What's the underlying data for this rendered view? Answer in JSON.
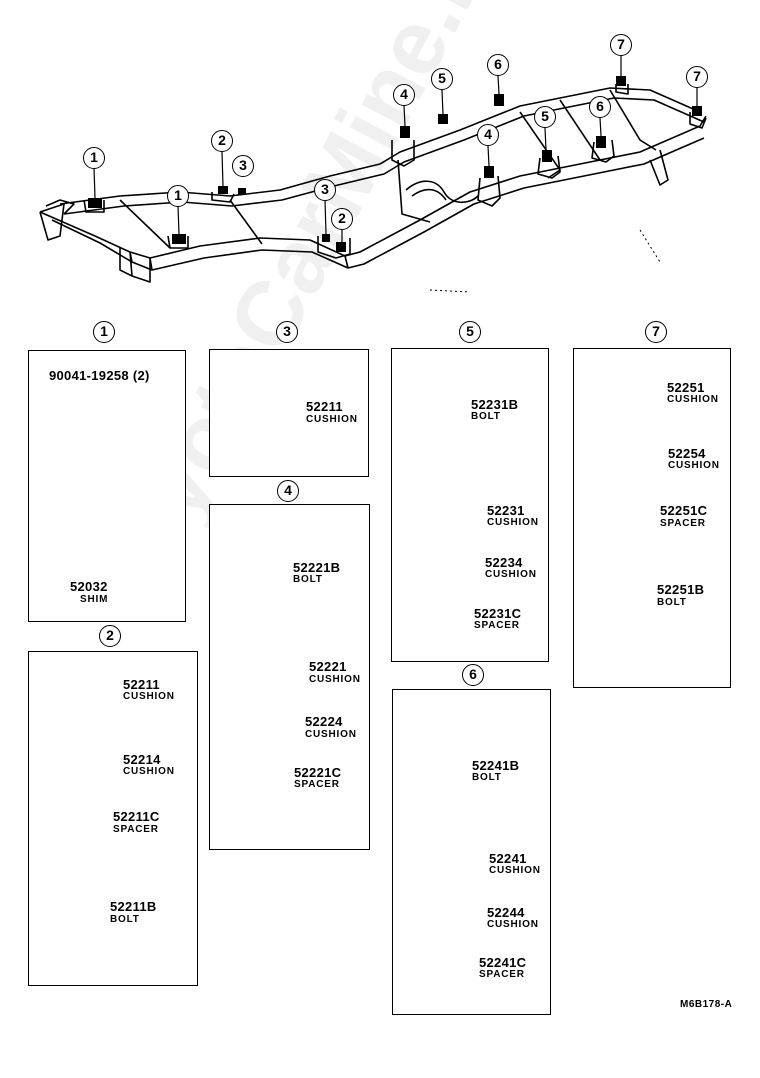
{
  "watermark": "ToyotaCarMine.ru",
  "drawing_code": "M6B178-A",
  "frame_callouts": [
    "1",
    "2",
    "3",
    "4",
    "5",
    "6",
    "7"
  ],
  "groups": {
    "g1": {
      "number": "1",
      "bolt_pn": "90041-19258 (2)",
      "shim_pn": "52032",
      "shim_name": "SHIM"
    },
    "g2": {
      "number": "2",
      "cushion1_pn": "52211",
      "cushion1_name": "CUSHION",
      "cushion2_pn": "52214",
      "cushion2_name": "CUSHION",
      "spacer_pn": "52211C",
      "spacer_name": "SPACER",
      "bolt_pn": "52211B",
      "bolt_name": "BOLT"
    },
    "g3": {
      "number": "3",
      "cushion_pn": "52211",
      "cushion_name": "CUSHION"
    },
    "g4": {
      "number": "4",
      "bolt_pn": "52221B",
      "bolt_name": "BOLT",
      "cushion1_pn": "52221",
      "cushion1_name": "CUSHION",
      "cushion2_pn": "52224",
      "cushion2_name": "CUSHION",
      "spacer_pn": "52221C",
      "spacer_name": "SPACER"
    },
    "g5": {
      "number": "5",
      "bolt_pn": "52231B",
      "bolt_name": "BOLT",
      "cushion1_pn": "52231",
      "cushion1_name": "CUSHION",
      "cushion2_pn": "52234",
      "cushion2_name": "CUSHION",
      "spacer_pn": "52231C",
      "spacer_name": "SPACER"
    },
    "g6": {
      "number": "6",
      "bolt_pn": "52241B",
      "bolt_name": "BOLT",
      "cushion1_pn": "52241",
      "cushion1_name": "CUSHION",
      "cushion2_pn": "52244",
      "cushion2_name": "CUSHION",
      "spacer_pn": "52241C",
      "spacer_name": "SPACER"
    },
    "g7": {
      "number": "7",
      "cushion1_pn": "52251",
      "cushion1_name": "CUSHION",
      "cushion2_pn": "52254",
      "cushion2_name": "CUSHION",
      "spacer_pn": "52251C",
      "spacer_name": "SPACER",
      "bolt_pn": "52251B",
      "bolt_name": "BOLT"
    }
  }
}
